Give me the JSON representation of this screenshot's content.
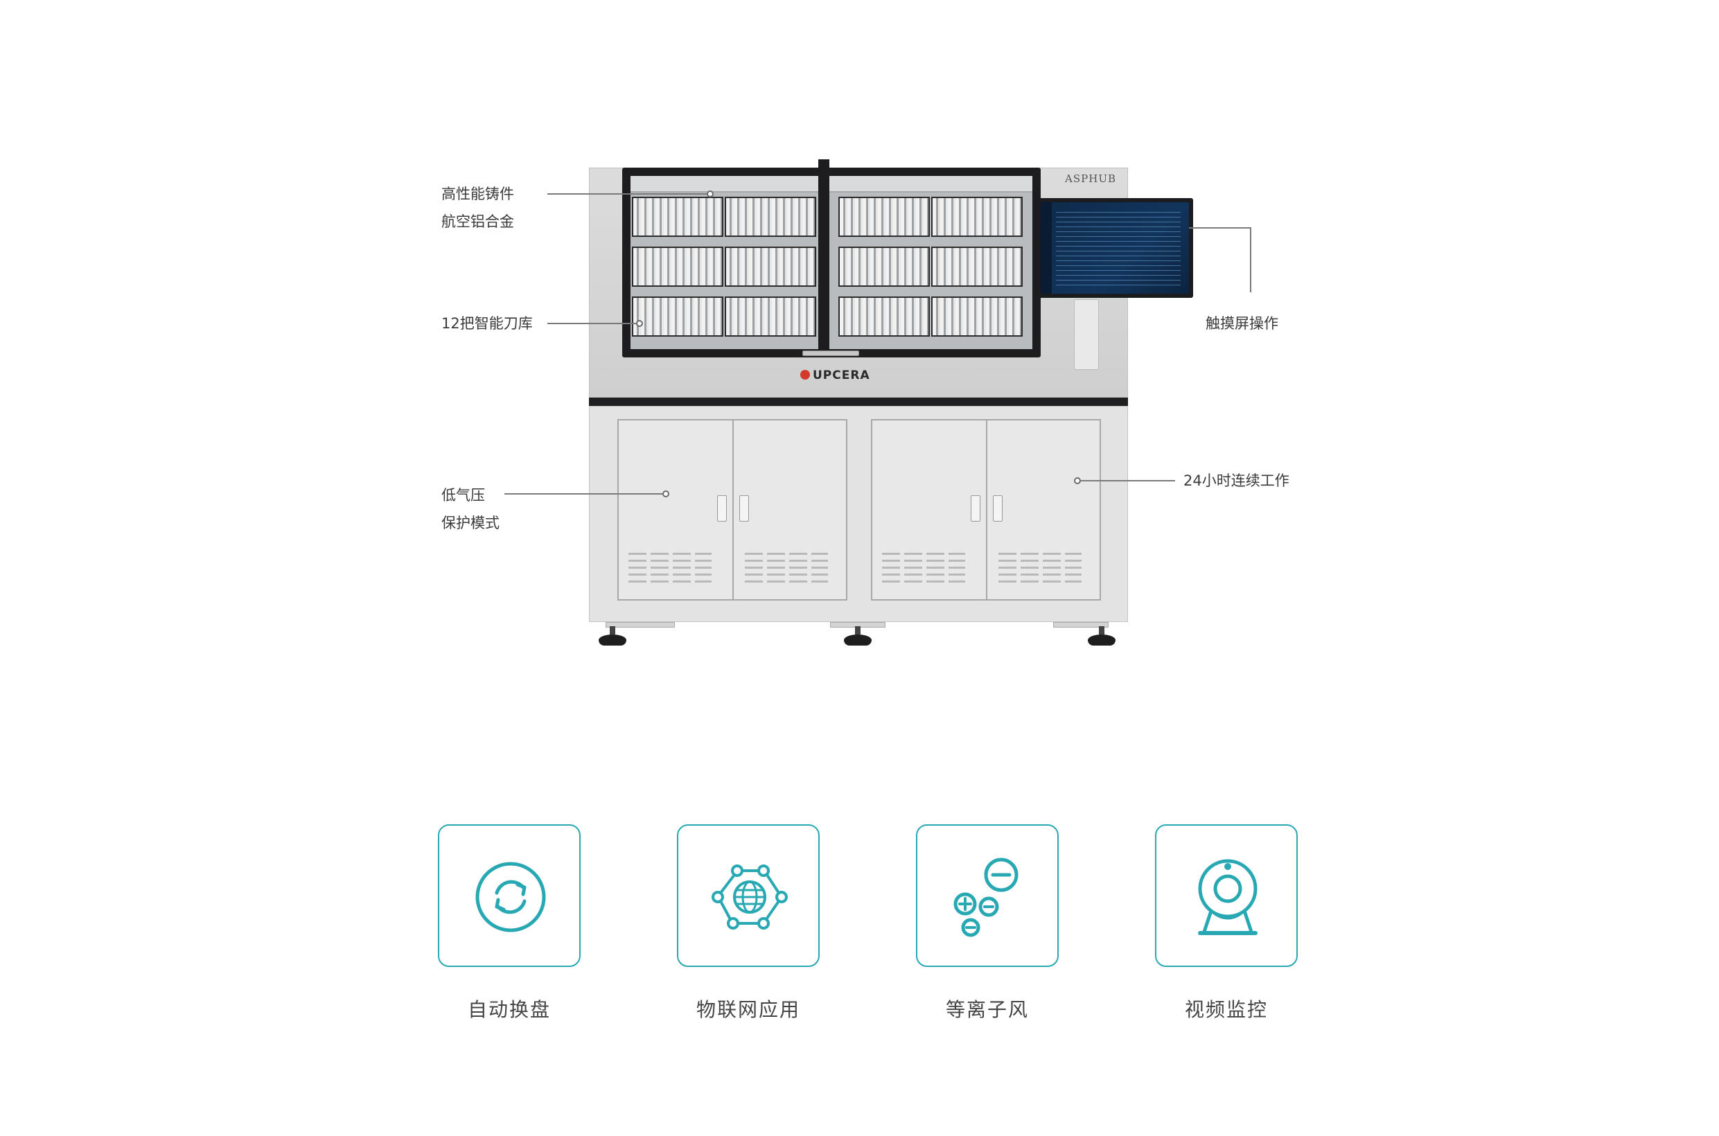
{
  "machine": {
    "model_label": "ASPHUB",
    "brand": "UPCERA"
  },
  "callouts": {
    "casting": [
      "高性能铸件",
      "航空铝合金"
    ],
    "magazine": "12把智能刀库",
    "touchscreen": "触摸屏操作",
    "low_pressure": [
      "低气压",
      "保护模式"
    ],
    "continuous": "24小时连续工作"
  },
  "features": [
    {
      "label": "自动换盘",
      "icon": "auto-disc-change-icon"
    },
    {
      "label": "物联网应用",
      "icon": "iot-globe-network-icon"
    },
    {
      "label": "等离子风",
      "icon": "plasma-ion-icon"
    },
    {
      "label": "视频监控",
      "icon": "video-camera-icon"
    }
  ],
  "colors": {
    "accent": "#27a8b3",
    "brand_mark": "#d23a2b"
  }
}
